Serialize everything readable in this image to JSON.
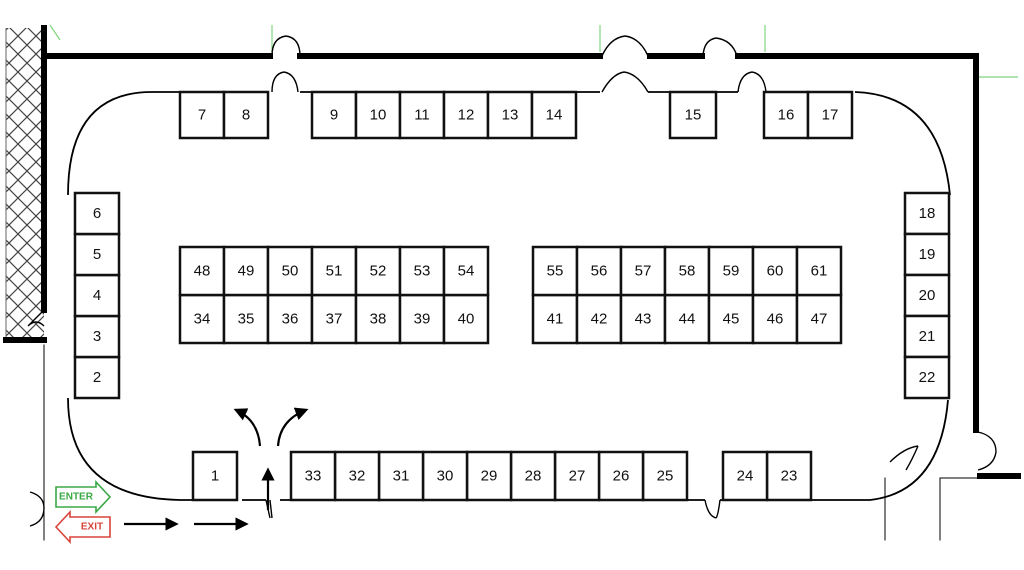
{
  "booths": [
    {
      "id": "1"
    },
    {
      "id": "2"
    },
    {
      "id": "3"
    },
    {
      "id": "4"
    },
    {
      "id": "5"
    },
    {
      "id": "6"
    },
    {
      "id": "7"
    },
    {
      "id": "8"
    },
    {
      "id": "9"
    },
    {
      "id": "10"
    },
    {
      "id": "11"
    },
    {
      "id": "12"
    },
    {
      "id": "13"
    },
    {
      "id": "14"
    },
    {
      "id": "15"
    },
    {
      "id": "16"
    },
    {
      "id": "17"
    },
    {
      "id": "18"
    },
    {
      "id": "19"
    },
    {
      "id": "20"
    },
    {
      "id": "21"
    },
    {
      "id": "22"
    },
    {
      "id": "23"
    },
    {
      "id": "24"
    },
    {
      "id": "25"
    },
    {
      "id": "26"
    },
    {
      "id": "27"
    },
    {
      "id": "28"
    },
    {
      "id": "29"
    },
    {
      "id": "30"
    },
    {
      "id": "31"
    },
    {
      "id": "32"
    },
    {
      "id": "33"
    },
    {
      "id": "34"
    },
    {
      "id": "35"
    },
    {
      "id": "36"
    },
    {
      "id": "37"
    },
    {
      "id": "38"
    },
    {
      "id": "39"
    },
    {
      "id": "40"
    },
    {
      "id": "41"
    },
    {
      "id": "42"
    },
    {
      "id": "43"
    },
    {
      "id": "44"
    },
    {
      "id": "45"
    },
    {
      "id": "46"
    },
    {
      "id": "47"
    },
    {
      "id": "48"
    },
    {
      "id": "49"
    },
    {
      "id": "50"
    },
    {
      "id": "51"
    },
    {
      "id": "52"
    },
    {
      "id": "53"
    },
    {
      "id": "54"
    },
    {
      "id": "55"
    },
    {
      "id": "56"
    },
    {
      "id": "57"
    },
    {
      "id": "58"
    },
    {
      "id": "59"
    },
    {
      "id": "60"
    },
    {
      "id": "61"
    }
  ],
  "signs": {
    "enter": {
      "label": "ENTER",
      "color": "#3aa845"
    },
    "exit": {
      "label": "EXIT",
      "color": "#d9443b"
    }
  },
  "colors": {
    "wall": "#000000",
    "hatch": "#444444",
    "guide": "#7fd47f"
  }
}
